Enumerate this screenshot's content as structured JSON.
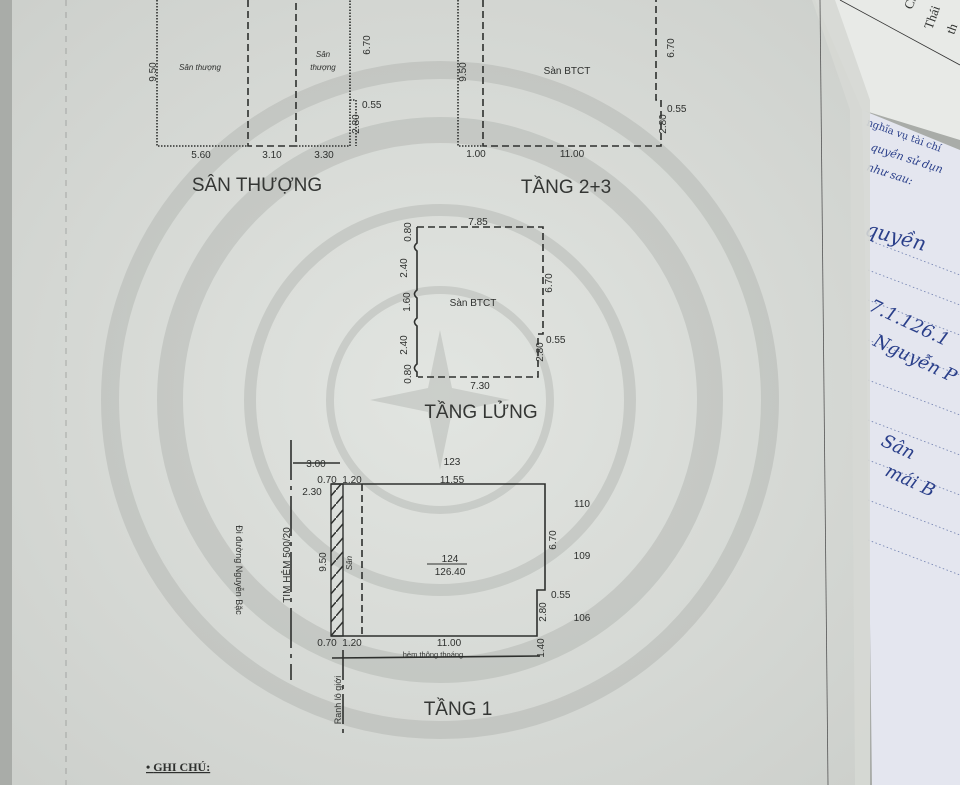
{
  "san_thuong": {
    "title": "SÂN THƯỢNG",
    "area_labels": [
      "Sân thượng",
      "Sân",
      "thượng"
    ],
    "dims": {
      "height": "9.50",
      "right": "6.70",
      "step": "0.55",
      "step_h": "2.80",
      "w1": "5.60",
      "w2": "3.10",
      "w3": "3.30"
    }
  },
  "tang_2_3": {
    "title": "TẦNG 2+3",
    "area_label": "Sàn BTCT",
    "dims": {
      "height": "9.50",
      "right": "6.70",
      "step": "0.55",
      "step_h": "2.80",
      "w1": "1.00",
      "w2": "11.00"
    }
  },
  "tang_lung": {
    "title": "TẦNG LỬNG",
    "area_label": "Sàn BTCT",
    "dims": {
      "top": "7.85",
      "bottom": "7.30",
      "l1": "0.80",
      "l2": "2.40",
      "l3": "1.60",
      "l4": "2.40",
      "l5": "0.80",
      "right": "6.70",
      "step": "0.55",
      "step_h": "2.80"
    }
  },
  "tang_1": {
    "title": "TẦNG 1",
    "parcel_number": "124",
    "parcel_area": "126.40",
    "san_label": "Sân",
    "neighbors": {
      "top": "123",
      "r1": "110",
      "r2": "109",
      "r3": "106"
    },
    "dims": {
      "top": "11.55",
      "top_a": "0.70",
      "top_b": "1.20",
      "offset": "3.00",
      "offset2": "2.30",
      "height": "9.50",
      "right": "6.70",
      "step": "0.55",
      "step_h": "2.80",
      "bottom": "11.00",
      "bot_a": "0.70",
      "bot_b": "1.20",
      "alley_w": "1.40"
    },
    "alley_label": "hẻm thông thoáng",
    "road_center": "TIM HẺM 500/20",
    "road_direction": "Đi đường Nguyễn Bặc",
    "boundary": "Ranh lô giới"
  },
  "notes_heading": "GHI CHÚ:",
  "side_paper": {
    "printed": [
      "Chí",
      "Thái",
      "th",
      "nghĩa vụ tài chí",
      "quyền sử dụn",
      "như sau:"
    ],
    "handwriting": [
      "quyền",
      "7.1.126.1",
      "Nguyễn P",
      "Sân",
      "mái B"
    ]
  }
}
